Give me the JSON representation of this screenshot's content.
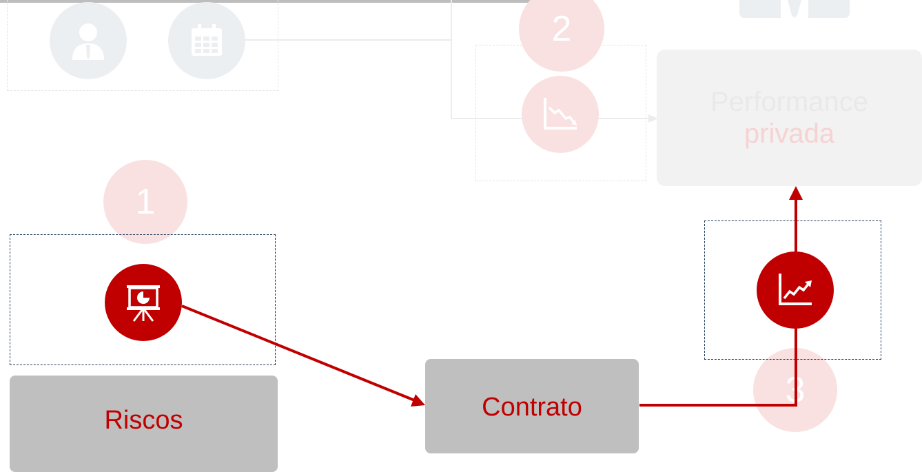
{
  "steps": {
    "one": "1",
    "two": "2",
    "three": "3"
  },
  "boxes": {
    "riscos": "Riscos",
    "contrato": "Contrato",
    "performance_line1": "Performance",
    "performance_line2": "privada"
  },
  "icons": {
    "person": "person-icon",
    "calendar": "calendar-icon",
    "chart_down": "chart-down-icon",
    "presentation": "presentation-chart-icon",
    "chart_up": "chart-up-icon"
  },
  "colors": {
    "accent_red": "#c00000",
    "label_red": "#c00000",
    "box_gray": "#bfbfbf",
    "faded_gray": "#f2f2f2",
    "faded_red": "#f9e1e1",
    "dash_dark": "#1f3a5a"
  }
}
